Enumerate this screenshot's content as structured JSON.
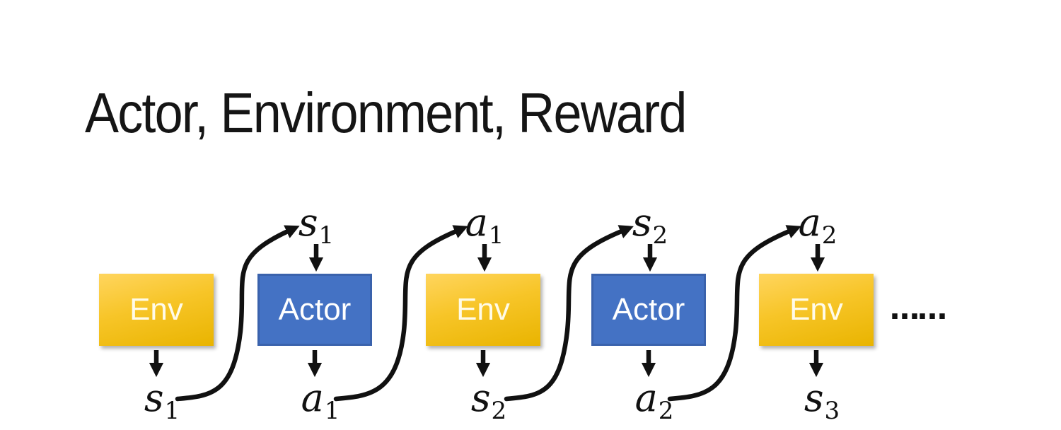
{
  "title": "Actor, Environment, Reward",
  "ellipsis": "……",
  "colors": {
    "background": "#FFFFFF",
    "env_gradient_top": "#FFD55E",
    "env_gradient_bottom": "#E9B400",
    "env_text": "#FFFBE8",
    "actor_fill": "#4472C4",
    "actor_border": "#3A62AC",
    "actor_text": "#FFFFFF",
    "arrow": "#111111",
    "title_text": "#151515"
  },
  "diagram": {
    "nodes": [
      {
        "type": "env",
        "label": "Env"
      },
      {
        "type": "actor",
        "label": "Actor"
      },
      {
        "type": "env",
        "label": "Env"
      },
      {
        "type": "actor",
        "label": "Actor"
      },
      {
        "type": "env",
        "label": "Env"
      }
    ],
    "top_labels": [
      {
        "base": "s",
        "sub": "1"
      },
      {
        "base": "a",
        "sub": "1"
      },
      {
        "base": "s",
        "sub": "2"
      },
      {
        "base": "a",
        "sub": "2"
      }
    ],
    "bottom_labels": [
      {
        "base": "s",
        "sub": "1"
      },
      {
        "base": "a",
        "sub": "1"
      },
      {
        "base": "s",
        "sub": "2"
      },
      {
        "base": "a",
        "sub": "2"
      },
      {
        "base": "s",
        "sub": "3"
      }
    ]
  }
}
